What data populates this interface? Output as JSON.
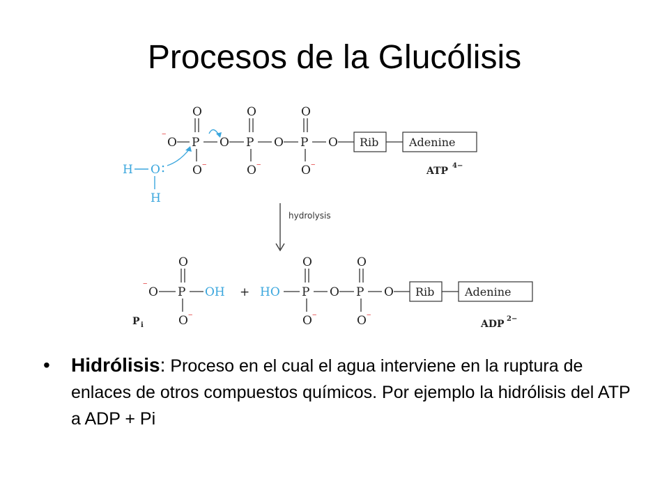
{
  "title": "Procesos de la Glucólisis",
  "diagram": {
    "water": {
      "atoms": [
        "H",
        "O",
        "H"
      ]
    },
    "atp": {
      "label": "ATP",
      "charge": "4−",
      "rib": "Rib",
      "adenine": "Adenine"
    },
    "arrow_label": "hydrolysis",
    "pi": {
      "label": "P",
      "subscript": "i",
      "oh": "OH"
    },
    "plus": "+",
    "adp": {
      "label": "ADP",
      "charge": "2−",
      "ho": "HO",
      "rib": "Rib",
      "adenine": "Adenine"
    },
    "symbols": {
      "oxygen": "O",
      "phosphorus": "P",
      "minus": "−"
    }
  },
  "bullet": {
    "term": "Hidrólisis",
    "colon": ":",
    "text": " Proceso en el cual el agua interviene en la ruptura de enlaces de otros compuestos químicos. Por ejemplo la hidrólisis del ATP a ADP + Pi"
  }
}
